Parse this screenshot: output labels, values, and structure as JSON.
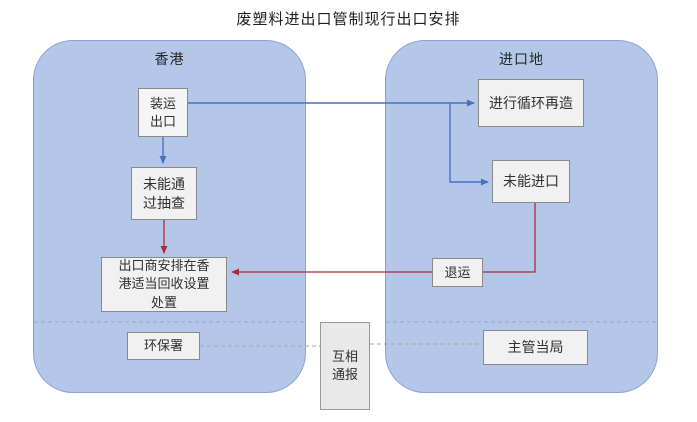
{
  "title": "废塑料进出口管制现行出口安排",
  "regions": {
    "hongkong": {
      "label": "香港"
    },
    "import_area": {
      "label": "进口地"
    }
  },
  "nodes": {
    "shipment": {
      "label": "装运\n出口"
    },
    "recycle": {
      "label": "进行循环再造"
    },
    "failed_check": {
      "label": "未能通\n过抽查"
    },
    "failed_import": {
      "label": "未能进口"
    },
    "exporter_disposal": {
      "label": "出口商安排在香\n港适当回收设置\n处置"
    },
    "return_shipment": {
      "label": "退运"
    },
    "epd": {
      "label": "环保署"
    },
    "authority": {
      "label": "主管当局"
    },
    "mutual_notify": {
      "label": "互相\n通报"
    }
  },
  "edges": [
    {
      "from": "shipment",
      "to": "recycle",
      "color": "#4472c4",
      "style": "solid-arrow"
    },
    {
      "from": "shipment",
      "to": "failed_check",
      "color": "#4472c4",
      "style": "solid-arrow"
    },
    {
      "from": "recycle-branch",
      "to": "failed_import",
      "color": "#4472c4",
      "style": "solid-arrow"
    },
    {
      "from": "failed_check",
      "to": "exporter_disposal",
      "color": "#b02a3c",
      "style": "solid-arrow"
    },
    {
      "from": "failed_import",
      "to": "return_shipment",
      "color": "#b02a3c",
      "style": "solid"
    },
    {
      "from": "return_shipment",
      "to": "exporter_disposal",
      "color": "#b02a3c",
      "style": "solid-arrow"
    },
    {
      "from": "hongkong-divider",
      "to": "",
      "color": "#93a5c6",
      "style": "dashed"
    },
    {
      "from": "import-area-divider",
      "to": "",
      "color": "#93a5c6",
      "style": "dashed"
    },
    {
      "from": "epd",
      "to": "mutual_notify",
      "color": "#a6a6a6",
      "style": "dashed"
    },
    {
      "from": "mutual_notify",
      "to": "authority",
      "color": "#a6a6a6",
      "style": "dashed"
    }
  ],
  "colors": {
    "region_fill": "#b5c7e8",
    "region_border": "#8aa2d2",
    "node_fill": "#f1f1f1",
    "node_border": "#898989",
    "arrow_blue": "#4472c4",
    "arrow_red": "#b02a3c",
    "dashed_gray": "#a6a6a6"
  }
}
